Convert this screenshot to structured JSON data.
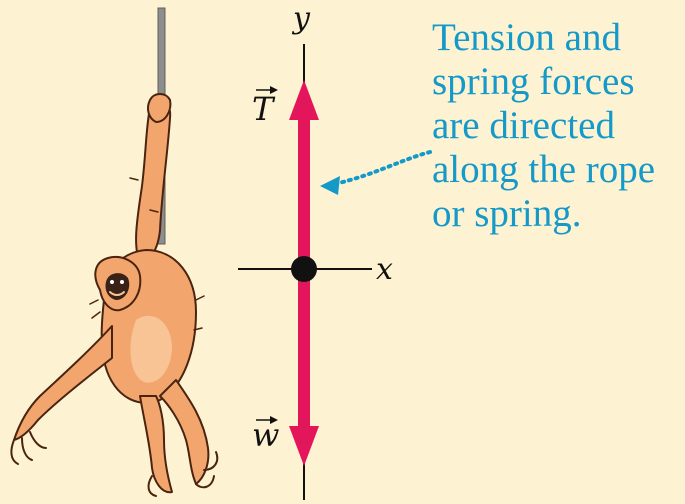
{
  "labels": {
    "y_axis": "y",
    "x_axis": "x",
    "tension_symbol": "T",
    "weight_symbol": "w"
  },
  "caption_lines": [
    "Tension and",
    "spring forces",
    "are directed",
    "along the rope",
    "or spring."
  ],
  "colors": {
    "background": "#fdf3d2",
    "force_vector": "#e4165b",
    "caption_text": "#1599c9",
    "callout_arrow": "#1599c9",
    "rope": "#8a8a8a",
    "axis": "#111111",
    "orangutan_fur": "#f2a66e",
    "orangutan_outline": "#4a2410"
  }
}
